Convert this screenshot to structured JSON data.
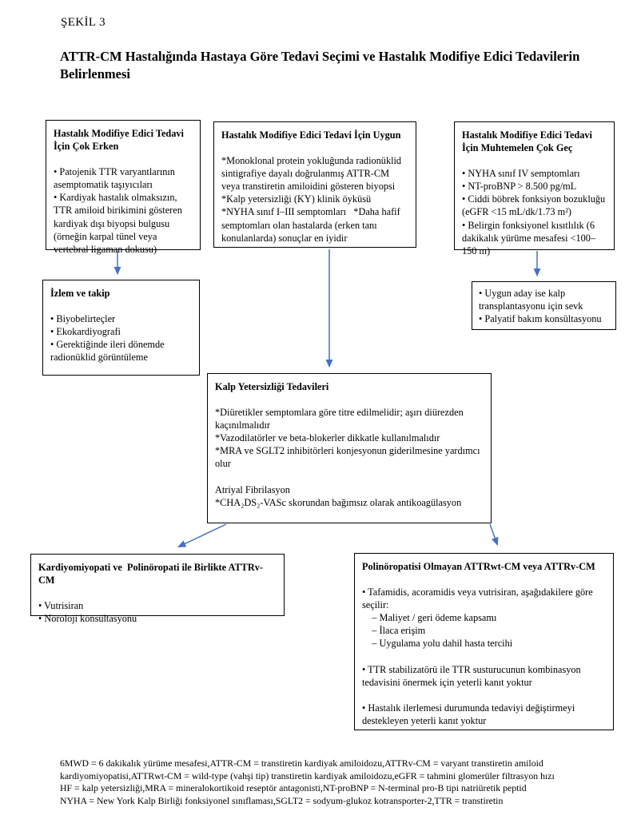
{
  "figure_label": "ŞEKİL 3",
  "heading": "ATTR-CM Hastalığında Hastaya Göre Tedavi Seçimi ve Hastalık Modifiye Edici Tedavilerin Belirlenmesi",
  "colors": {
    "arrow": "#4472C4",
    "border": "#000000",
    "text": "#000000",
    "background": "#ffffff"
  },
  "boxes": {
    "too_early": {
      "title": "Hastalık Modifiye Edici Tedavi İçin Çok Erken",
      "body": "• Patojenik TTR varyantlarının asemptomatik taşıyıcıları\n• Kardiyak hastalık olmaksızın, TTR amiloid birikimini gösteren kardiyak dışı biyopsi bulgusu (örneğin karpal tünel veya vertebral ligaman dokusu)"
    },
    "appropriate": {
      "title": "Hastalık Modifiye Edici Tedavi İçin Uygun",
      "body": "*Monoklonal protein yokluğunda radionüklid sintigrafiye dayalı doğrulanmış ATTR-CM veya transtiretin amiloidini gösteren biyopsi\n*Kalp yetersizliği (KY) klinik öyküsü\n*NYHA sınıf I–III semptomları   *Daha hafif semptomları olan hastalarda (erken tanı konulanlarda) sonuçlar en iyidir"
    },
    "too_late": {
      "title": "Hastalık Modifiye Edici Tedavi İçin Muhtemelen Çok Geç",
      "body": "• NYHA sınıf IV semptomları\n• NT-proBNP > 8.500 pg/mL\n• Ciddi böbrek fonksiyon bozukluğu (eGFR <15 mL/dk/1.73 m²)\n• Belirgin fonksiyonel kısıtlılık (6 dakikalık yürüme mesafesi <100–150 m)"
    },
    "monitoring": {
      "title": "İzlem ve takip",
      "body": "• Biyobelirteçler\n• Ekokardiyografi\n• Gerektiğinde ileri dönemde radionüklid görüntüleme"
    },
    "transplant": {
      "body": "• Uygun aday ise kalp transplantasyonu için sevk\n• Palyatif bakım konsültasyonu"
    },
    "heart_failure": {
      "title": "Kalp Yetersizliği Tedavileri",
      "body": "*Diüretikler semptomlara göre titre edilmelidir; aşırı diürezden kaçınılmalıdır\n*Vazodilatörler ve beta-blokerler dikkatle kullanılmalıdır\n*MRA ve SGLT2 inhibitörleri konjesyonun giderilmesine yardımcı olur\n\nAtriyal Fibrilasyon\n*CHA₂DS₂-VASc skorundan bağımsız olarak antikoagülasyon"
    },
    "attrv_polyneuropathy": {
      "title": "Kardiyomiyopati ve  Polinöropati ile Birlikte ATTRv-CM",
      "body": "• Vutrisiran\n• Nöroloji konsültasyonu"
    },
    "no_polyneuropathy": {
      "title": "Polinöropatisi Olmayan ATTRwt-CM veya ATTRv-CM",
      "body": "• Tafamidis, acoramidis veya vutrisiran, aşağıdakilere göre seçilir:\n    – Maliyet / geri ödeme kapsamı\n    – İlaca erişim\n    – Uygulama yolu dahil hasta tercihi\n\n• TTR stabilizatörü ile TTR susturucunun kombinasyon tedavisini önermek için yeterli kanıt yoktur\n\n• Hastalık ilerlemesi durumunda tedaviyi değiştirmeyi destekleyen yeterli kanıt yoktur"
    }
  },
  "footnote": "6MWD = 6 dakikalık yürüme mesafesi,ATTR-CM = transtiretin kardiyak amiloidozu,ATTRv-CM = varyant transtiretin amiloid\nkardiyomiyopatisi,ATTRwt-CM = wild-type (vahşi tip) transtiretin kardiyak amiloidozu,eGFR = tahmini glomerüler filtrasyon hızı\nHF = kalp yetersizliği,MRA = mineralokortikoid reseptör antagonisti,NT-proBNP = N-terminal pro-B tipi natriüretik peptid\nNYHA = New York Kalp Birliği fonksiyonel sınıflaması,SGLT2 = sodyum-glukoz kotransporter-2,TTR = transtiretin"
}
